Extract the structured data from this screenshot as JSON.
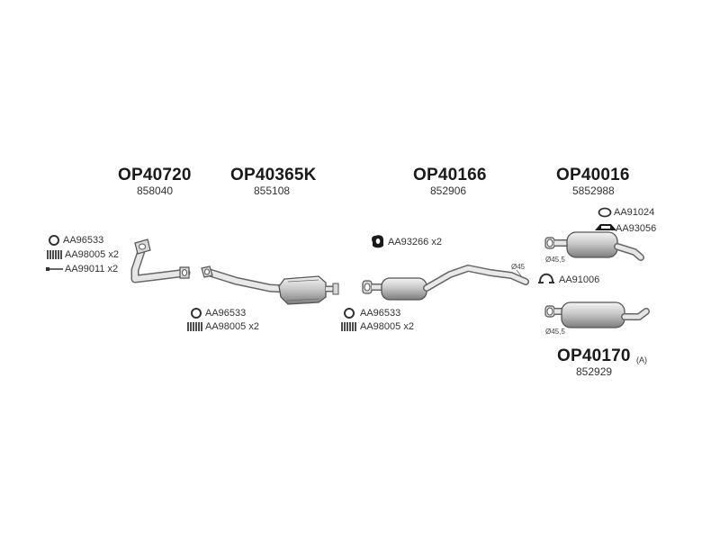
{
  "parts": {
    "front_pipe": {
      "number": "OP40720",
      "oe": "858040"
    },
    "catalyst": {
      "number": "OP40365K",
      "oe": "855108"
    },
    "middle": {
      "number": "OP40166",
      "oe": "852906"
    },
    "rear": {
      "number": "OP40016",
      "oe": "5852988"
    },
    "rear_alt": {
      "number": "OP40170",
      "suffix": "(A)",
      "oe": "852929"
    }
  },
  "accessories": {
    "front_ring": "AA96533",
    "front_spring": "AA98005 x2",
    "front_bolt": "AA99011  x2",
    "cat_ring": "AA96533",
    "cat_spring": "AA98005 x2",
    "mid_ring": "AA96533",
    "mid_spring": "AA98005 x2",
    "mid_hanger": "AA93266 x2",
    "rear_ring": "AA91024",
    "rear_hanger": "AA93056",
    "rear_clamp": "AA91006"
  },
  "diameters": {
    "mid": "Ø45",
    "rear": "Ø45,5",
    "rear_alt": "Ø45,5"
  },
  "colors": {
    "stroke": "#555555",
    "fill_light": "#e6e6e6",
    "fill_mid": "#bdbdbd",
    "fill_dark": "#8a8a8a"
  }
}
